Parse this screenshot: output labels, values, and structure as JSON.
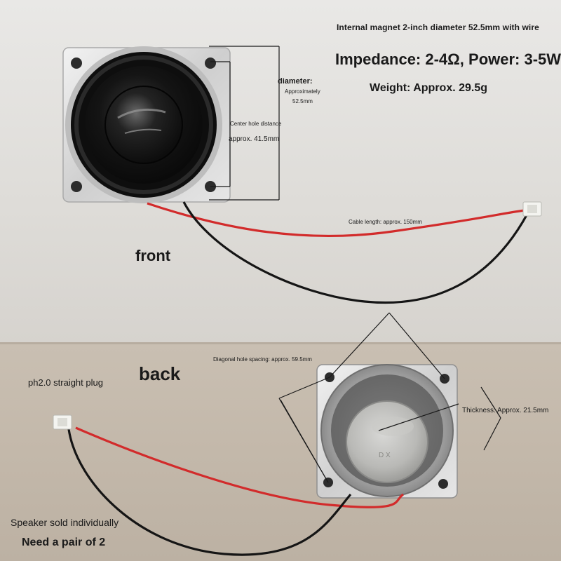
{
  "header": {
    "title_line": "Internal magnet 2-inch diameter 52.5mm with wire",
    "impedance_power": "Impedance: 2-4Ω, Power: 3-5W",
    "weight": "Weight: Approx. 29.5g"
  },
  "front": {
    "label": "front",
    "diameter_label": "diameter:",
    "diameter_value_line1": "Approximately",
    "diameter_value_line2": "52.5mm",
    "center_hole_label": "Center hole distance",
    "center_hole_value": "approx. 41.5mm",
    "cable_length": "Cable length: approx. 150mm"
  },
  "back": {
    "label": "back",
    "diagonal_hole": "Diagonal hole spacing: approx. 59.5mm",
    "thickness": "Thickness: Approx. 21.5mm",
    "plug": "ph2.0 straight plug",
    "sold_note": "Speaker sold individually",
    "pair_note": "Need a pair of 2",
    "magnet_marking": "D X"
  },
  "colors": {
    "wire_red": "#d22b2b",
    "wire_black": "#151515",
    "frame_silver": "#dcdcdc",
    "cone_black": "#141414",
    "annotation_line": "#1a1a1a"
  }
}
